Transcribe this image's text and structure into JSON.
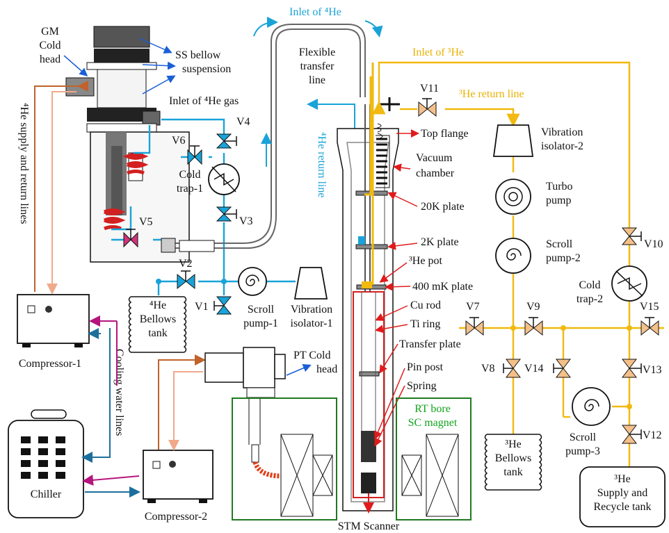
{
  "labels": {
    "gm_cold_head": [
      "GM",
      "Cold",
      "head"
    ],
    "ss_bellow": [
      "SS bellow",
      "suspension"
    ],
    "inlet_4he_top": "Inlet of ⁴He",
    "flexible_transfer": [
      "Flexible",
      "transfer",
      "line"
    ],
    "inlet_3he": "Inlet of ³He",
    "he3_return_line": "³He return line",
    "inlet_4he_gas": "Inlet of ⁴He gas",
    "he4_return_line": "⁴He return line",
    "he4_supply_return": "⁴He supply and return lines",
    "cooling_water": "Cooling water lines",
    "top_flange": "Top flange",
    "vacuum_chamber": [
      "Vacuum",
      "chamber"
    ],
    "plate_20k": "20K plate",
    "plate_2k": "2K plate",
    "he3_pot": "³He pot",
    "plate_400mk": "400 mK plate",
    "cu_rod": "Cu rod",
    "ti_ring": "Ti ring",
    "transfer_plate": "Transfer plate",
    "pin_post": "Pin post",
    "spring": "Spring",
    "stm_scanner": "STM Scanner",
    "rt_bore": [
      "RT bore",
      "SC magnet"
    ],
    "pt_cold_head": [
      "PT Cold",
      "head"
    ],
    "vib_iso_1": [
      "Vibration",
      "isolator-1"
    ],
    "vib_iso_2": [
      "Vibration",
      "isolator-2"
    ],
    "turbo_pump": [
      "Turbo",
      "pump"
    ],
    "scroll_pump_1": [
      "Scroll",
      "pump-1"
    ],
    "scroll_pump_2": [
      "Scroll",
      "pump-2"
    ],
    "scroll_pump_3": [
      "Scroll",
      "pump-3"
    ],
    "cold_trap_1": [
      "Cold",
      "trap-1"
    ],
    "cold_trap_2": [
      "Cold",
      "trap-2"
    ],
    "he4_bellows_tank": [
      "⁴He",
      "Bellows",
      "tank"
    ],
    "he3_bellows_tank": [
      "³He",
      "Bellows",
      "tank"
    ],
    "he3_supply_tank": [
      "³He",
      "Supply and",
      "Recycle tank"
    ],
    "compressor_1": "Compressor-1",
    "compressor_2": "Compressor-2",
    "chiller": "Chiller"
  },
  "valves": {
    "v1": "V1",
    "v2": "V2",
    "v3": "V3",
    "v4": "V4",
    "v5": "V5",
    "v6": "V6",
    "v7": "V7",
    "v8": "V8",
    "v9": "V9",
    "v10": "V10",
    "v11": "V11",
    "v12": "V12",
    "v13": "V13",
    "v14": "V14",
    "v15": "V15"
  },
  "colors": {
    "he4_line": "#19a3d8",
    "he3_line": "#f2b90f",
    "supply_line": "#c0622b",
    "return_line": "#f0a98a",
    "water_line": "#1c6f9c",
    "cooling_line": "#b5157c",
    "magnet_box": "#1f7a1f",
    "rt_bore_text": "#12a31c",
    "valve_fill": "#19a3d8",
    "valve_he3": "#f4c08a",
    "v5_fill": "#d0337a"
  }
}
